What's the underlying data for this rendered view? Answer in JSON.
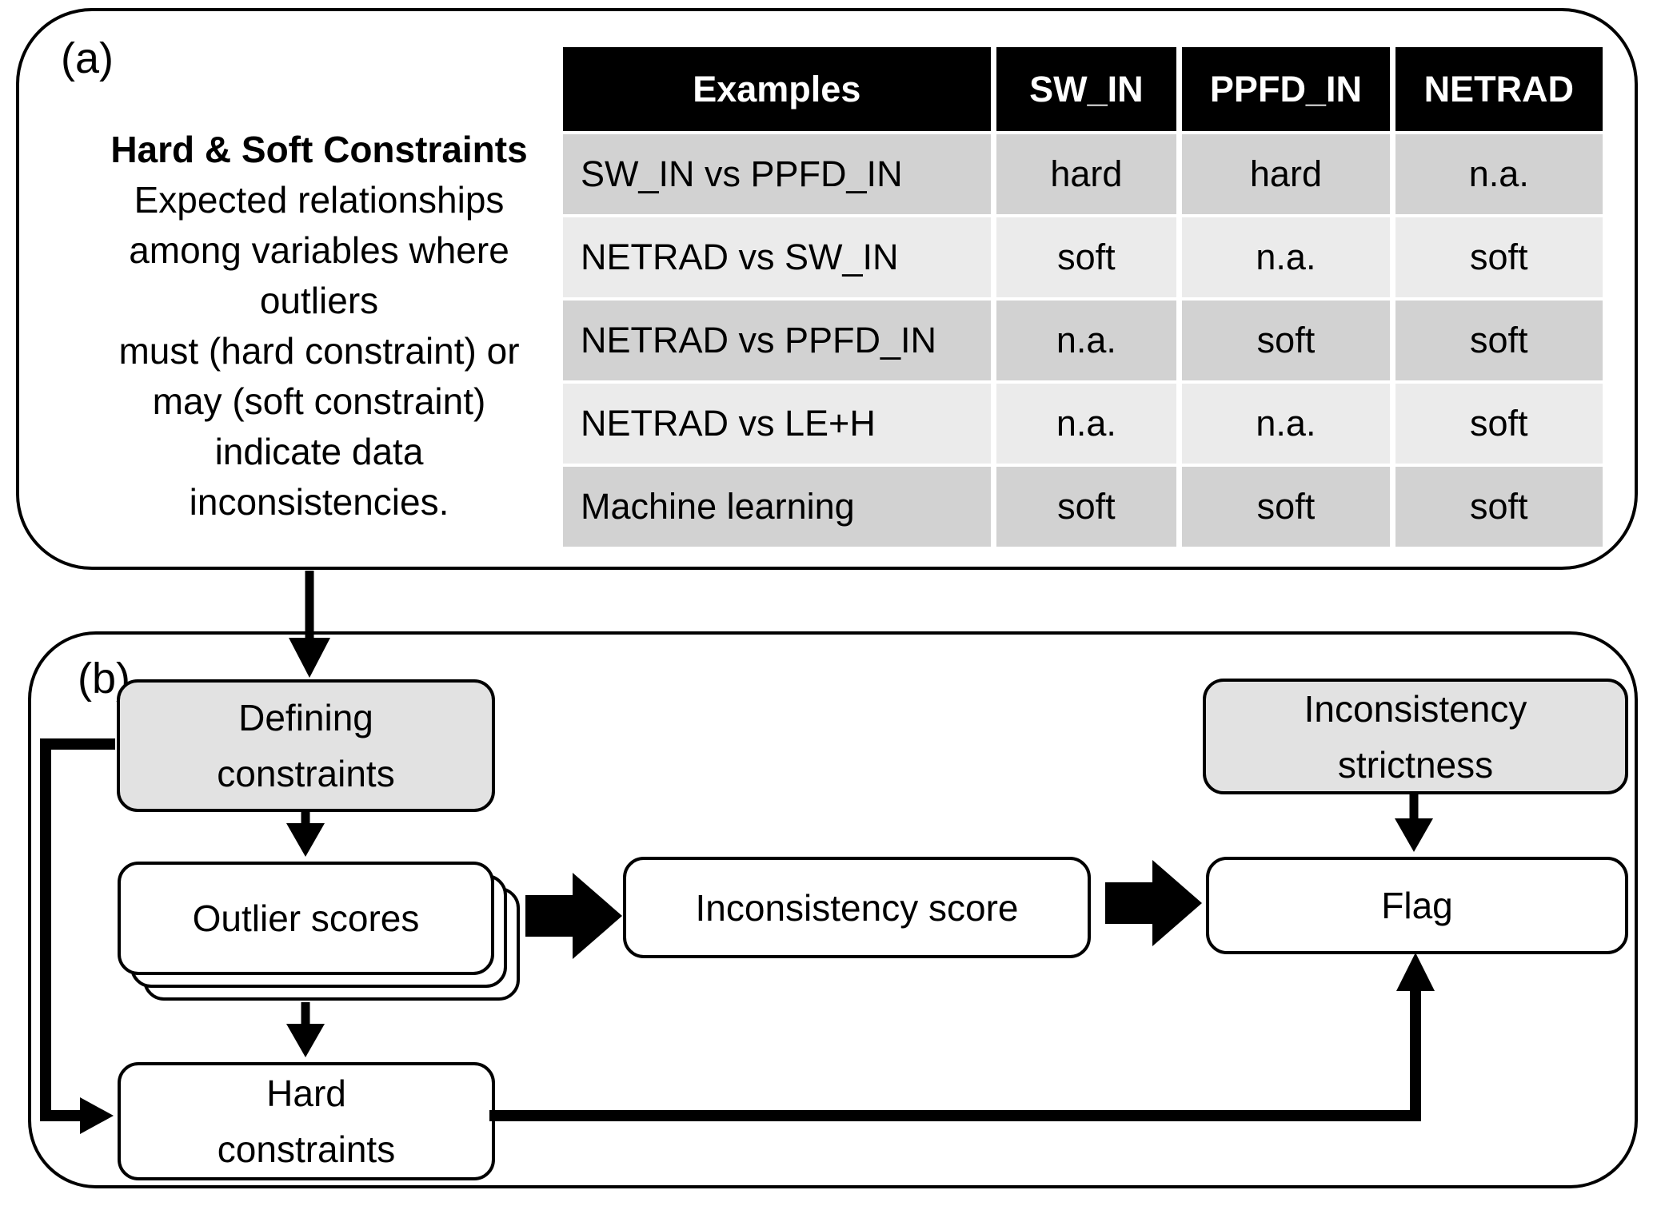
{
  "panel_a": {
    "label": "(a)",
    "title": "Hard & Soft Constraints",
    "description_lines": [
      "Expected relationships",
      "among variables where",
      "outliers",
      "must (hard constraint) or",
      "may (soft constraint)",
      "indicate data",
      "inconsistencies."
    ],
    "table": {
      "headers": [
        "Examples",
        "SW_IN",
        "PPFD_IN",
        "NETRAD"
      ],
      "rows": [
        {
          "example": "SW_IN vs PPFD_IN",
          "sw_in": "hard",
          "ppfd_in": "hard",
          "netrad": "n.a."
        },
        {
          "example": "NETRAD vs SW_IN",
          "sw_in": "soft",
          "ppfd_in": "n.a.",
          "netrad": "soft"
        },
        {
          "example": "NETRAD vs PPFD_IN",
          "sw_in": "n.a.",
          "ppfd_in": "soft",
          "netrad": "soft"
        },
        {
          "example": "NETRAD vs LE+H",
          "sw_in": "n.a.",
          "ppfd_in": "n.a.",
          "netrad": "soft"
        },
        {
          "example": "Machine learning",
          "sw_in": "soft",
          "ppfd_in": "soft",
          "netrad": "soft"
        }
      ]
    }
  },
  "panel_b": {
    "label": "(b)",
    "nodes": {
      "defining_constraints": "Defining\nconstraints",
      "outlier_scores": "Outlier scores",
      "hard_constraints": "Hard\nconstraints",
      "inconsistency_score": "Inconsistency score",
      "inconsistency_strictness": "Inconsistency\nstrictness",
      "flag": "Flag"
    }
  },
  "colors": {
    "header_bg": "#000000",
    "header_text": "#ffffff",
    "row_dark": "#d2d2d2",
    "row_light": "#ebebeb",
    "node_gray": "#e2e2e2"
  }
}
